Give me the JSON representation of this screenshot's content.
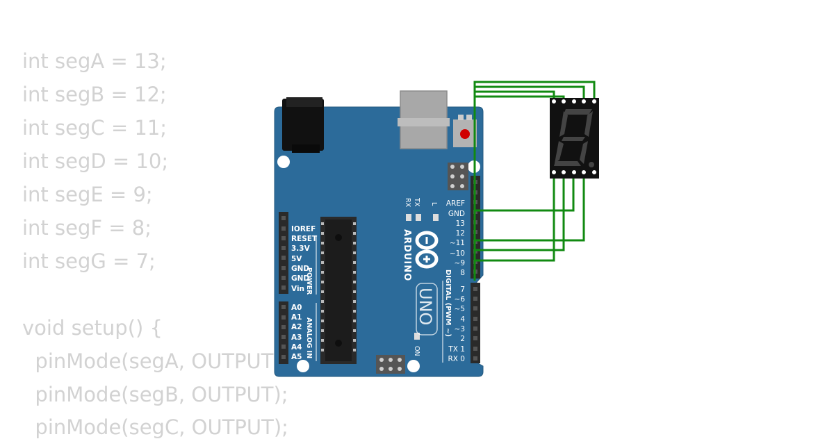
{
  "code": {
    "lines": [
      "int segA = 13;",
      "int segB = 12;",
      "int segC = 11;",
      "int segD = 10;",
      "int segE = 9;",
      "int segF = 8;",
      "int segG = 7;",
      "",
      "void setup() {",
      "  pinMode(segA, OUTPUT);",
      "  pinMode(segB, OUTPUT);",
      "  pinMode(segC, OUTPUT);"
    ]
  },
  "board": {
    "brand": "ARDUINO",
    "model": "UNO",
    "digital_pins": [
      "AREF",
      "GND",
      "13",
      "12",
      "~11",
      "~10",
      "~9",
      "8",
      "7",
      "~6",
      "~5",
      "4",
      "~3",
      "2",
      "TX 1",
      "RX 0"
    ],
    "digital_header": "DIGITAL (PWM ~)",
    "power_pins": [
      "IOREF",
      "RESET",
      "3.3V",
      "5V",
      "GND",
      "GND",
      "Vin"
    ],
    "power_header": "POWER",
    "analog_pins": [
      "A0",
      "A1",
      "A2",
      "A3",
      "A4",
      "A5"
    ],
    "analog_header": "ANALOG IN",
    "led_labels": {
      "rx": "RX",
      "tx": "TX",
      "l": "L",
      "on": "ON"
    }
  },
  "colors": {
    "board": "#2c6b9a",
    "board_edge": "#24597f",
    "wire": "#118a11",
    "display": "#111111",
    "segment": "#444444",
    "code": "#d2d2d2"
  }
}
